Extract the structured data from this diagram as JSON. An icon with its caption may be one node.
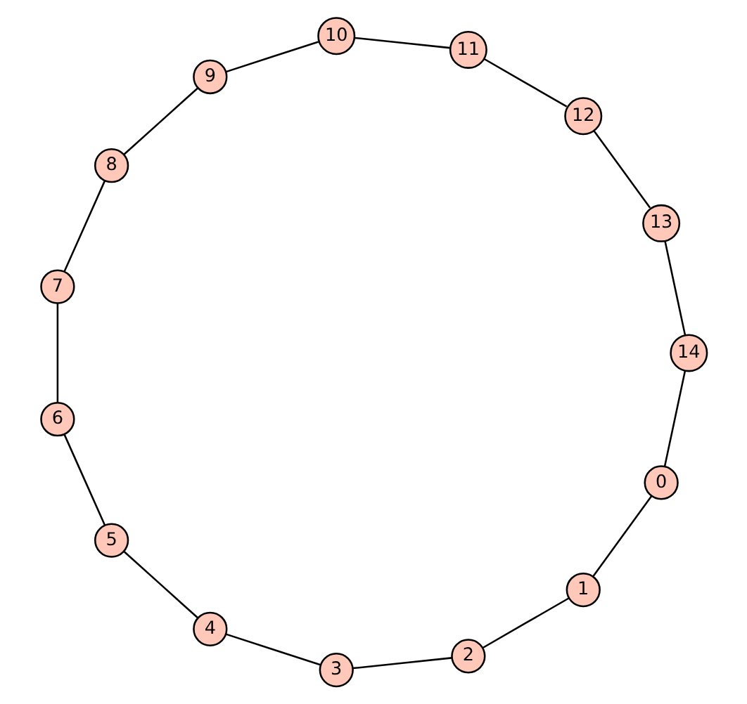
{
  "diagram": {
    "nodes": [
      {
        "text": [
          "0"
        ]
      },
      {
        "text": [
          "1"
        ]
      },
      {
        "text": [
          "2"
        ]
      },
      {
        "text": [
          "3"
        ]
      },
      {
        "text": [
          "4"
        ]
      },
      {
        "text": [
          "5"
        ]
      },
      {
        "text": [
          "6"
        ]
      },
      {
        "text": [
          "7"
        ]
      },
      {
        "text": [
          "8"
        ]
      },
      {
        "text": [
          "9"
        ]
      },
      {
        "text": [
          "10"
        ]
      },
      {
        "text": [
          "11"
        ]
      },
      {
        "text": [
          "12"
        ]
      },
      {
        "text": [
          "13"
        ]
      },
      {
        "text": [
          "14"
        ]
      }
    ],
    "edges": [
      {
        "from": 0,
        "to": 1,
        "arrow": "none"
      },
      {
        "from": 1,
        "to": 2,
        "arrow": "none"
      },
      {
        "from": 2,
        "to": 3,
        "arrow": "none"
      },
      {
        "from": 3,
        "to": 4,
        "arrow": "none"
      },
      {
        "from": 4,
        "to": 5,
        "arrow": "none"
      },
      {
        "from": 5,
        "to": 6,
        "arrow": "none"
      },
      {
        "from": 6,
        "to": 7,
        "arrow": "none"
      },
      {
        "from": 7,
        "to": 8,
        "arrow": "none"
      },
      {
        "from": 8,
        "to": 9,
        "arrow": "none"
      },
      {
        "from": 9,
        "to": 10,
        "arrow": "none"
      },
      {
        "from": 10,
        "to": 11,
        "arrow": "none"
      },
      {
        "from": 11,
        "to": 12,
        "arrow": "none"
      },
      {
        "from": 12,
        "to": 13,
        "arrow": "none"
      },
      {
        "from": 13,
        "to": 14,
        "arrow": "none"
      },
      {
        "from": 14,
        "to": 0,
        "arrow": "none"
      }
    ]
  }
}
